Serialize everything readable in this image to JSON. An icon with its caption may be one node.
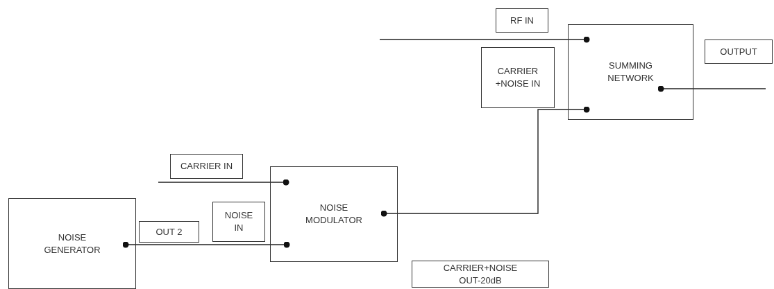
{
  "diagram": {
    "nodes": [
      {
        "text": [
          "RF IN"
        ]
      },
      {
        "text": [
          "SUMMING NETWORK"
        ]
      },
      {
        "text": [
          "OUTPUT"
        ]
      },
      {
        "text": [
          "CARRIER +NOISE IN"
        ]
      },
      {
        "text": [
          "CARRIER IN"
        ]
      },
      {
        "text": [
          "NOISE MODULATOR"
        ]
      },
      {
        "text": [
          "NOISE IN"
        ]
      },
      {
        "text": [
          "NOISE GENERATOR"
        ]
      },
      {
        "text": [
          "OUT 2"
        ]
      },
      {
        "text": [
          "CARRIER+NOISE OUT-20dB"
        ]
      }
    ],
    "edges": [
      {
        "from": null,
        "to": 1,
        "arrow": "other"
      },
      {
        "from": 5,
        "to": 1,
        "arrow": "other"
      },
      {
        "from": 1,
        "to": null,
        "arrow": "other"
      },
      {
        "from": null,
        "to": 5,
        "arrow": "other"
      },
      {
        "from": 7,
        "to": 5,
        "arrow": "other"
      }
    ]
  }
}
